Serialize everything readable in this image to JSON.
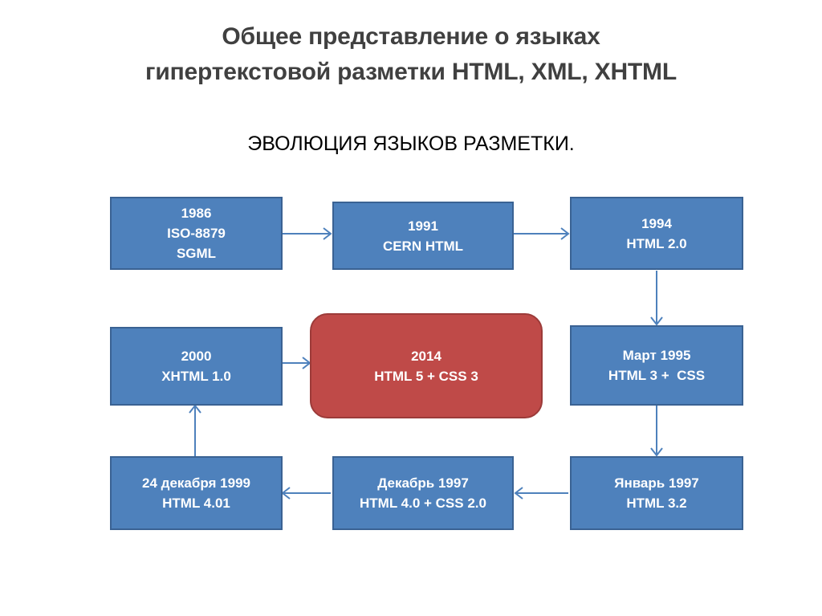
{
  "slide": {
    "title_lines": [
      "Общее представление о языках",
      "гипертекстовой разметки HTML, XML, XHTML"
    ],
    "subtitle": "ЭВОЛЮЦИЯ ЯЗЫКОВ РАЗМЕТКИ."
  },
  "colors": {
    "box_blue_fill": "#4E81BC",
    "box_blue_border": "#3A6293",
    "box_red_fill": "#BF4A48",
    "box_red_border": "#9C3B39",
    "arrow": "#4E81BC",
    "title_text": "#404040",
    "subtitle_text": "#000000",
    "box_text": "#FFFFFF",
    "background": "#FFFFFF"
  },
  "chart_data": {
    "type": "diagram",
    "title": "ЭВОЛЮЦИЯ ЯЗЫКОВ РАЗМЕТКИ.",
    "nodes": [
      {
        "id": "n1986",
        "lines": [
          "1986",
          "ISO-8879",
          "SGML"
        ],
        "style": "blue"
      },
      {
        "id": "n1991",
        "lines": [
          "1991",
          "CERN HTML"
        ],
        "style": "blue"
      },
      {
        "id": "n1994",
        "lines": [
          "1994",
          "HTML 2.0"
        ],
        "style": "blue"
      },
      {
        "id": "n1995",
        "lines": [
          "Март 1995",
          "HTML 3 +  CSS"
        ],
        "style": "blue"
      },
      {
        "id": "n1997jan",
        "lines": [
          "Январь 1997",
          "HTML 3.2"
        ],
        "style": "blue"
      },
      {
        "id": "n1997dec",
        "lines": [
          "Декабрь 1997",
          "HTML 4.0 + CSS 2.0"
        ],
        "style": "blue"
      },
      {
        "id": "n1999",
        "lines": [
          "24 декабря 1999",
          "HTML 4.01"
        ],
        "style": "blue"
      },
      {
        "id": "n2000",
        "lines": [
          "2000",
          "XHTML 1.0"
        ],
        "style": "blue"
      },
      {
        "id": "n2014",
        "lines": [
          "2014",
          "HTML 5 + CSS 3"
        ],
        "style": "red"
      }
    ],
    "edges": [
      {
        "from": "n1986",
        "to": "n1991",
        "direction": "right"
      },
      {
        "from": "n1991",
        "to": "n1994",
        "direction": "right"
      },
      {
        "from": "n1994",
        "to": "n1995",
        "direction": "down"
      },
      {
        "from": "n1995",
        "to": "n1997jan",
        "direction": "down"
      },
      {
        "from": "n1997jan",
        "to": "n1997dec",
        "direction": "left"
      },
      {
        "from": "n1997dec",
        "to": "n1999",
        "direction": "left"
      },
      {
        "from": "n1999",
        "to": "n2000",
        "direction": "up"
      },
      {
        "from": "n2000",
        "to": "n2014",
        "direction": "right"
      }
    ]
  }
}
